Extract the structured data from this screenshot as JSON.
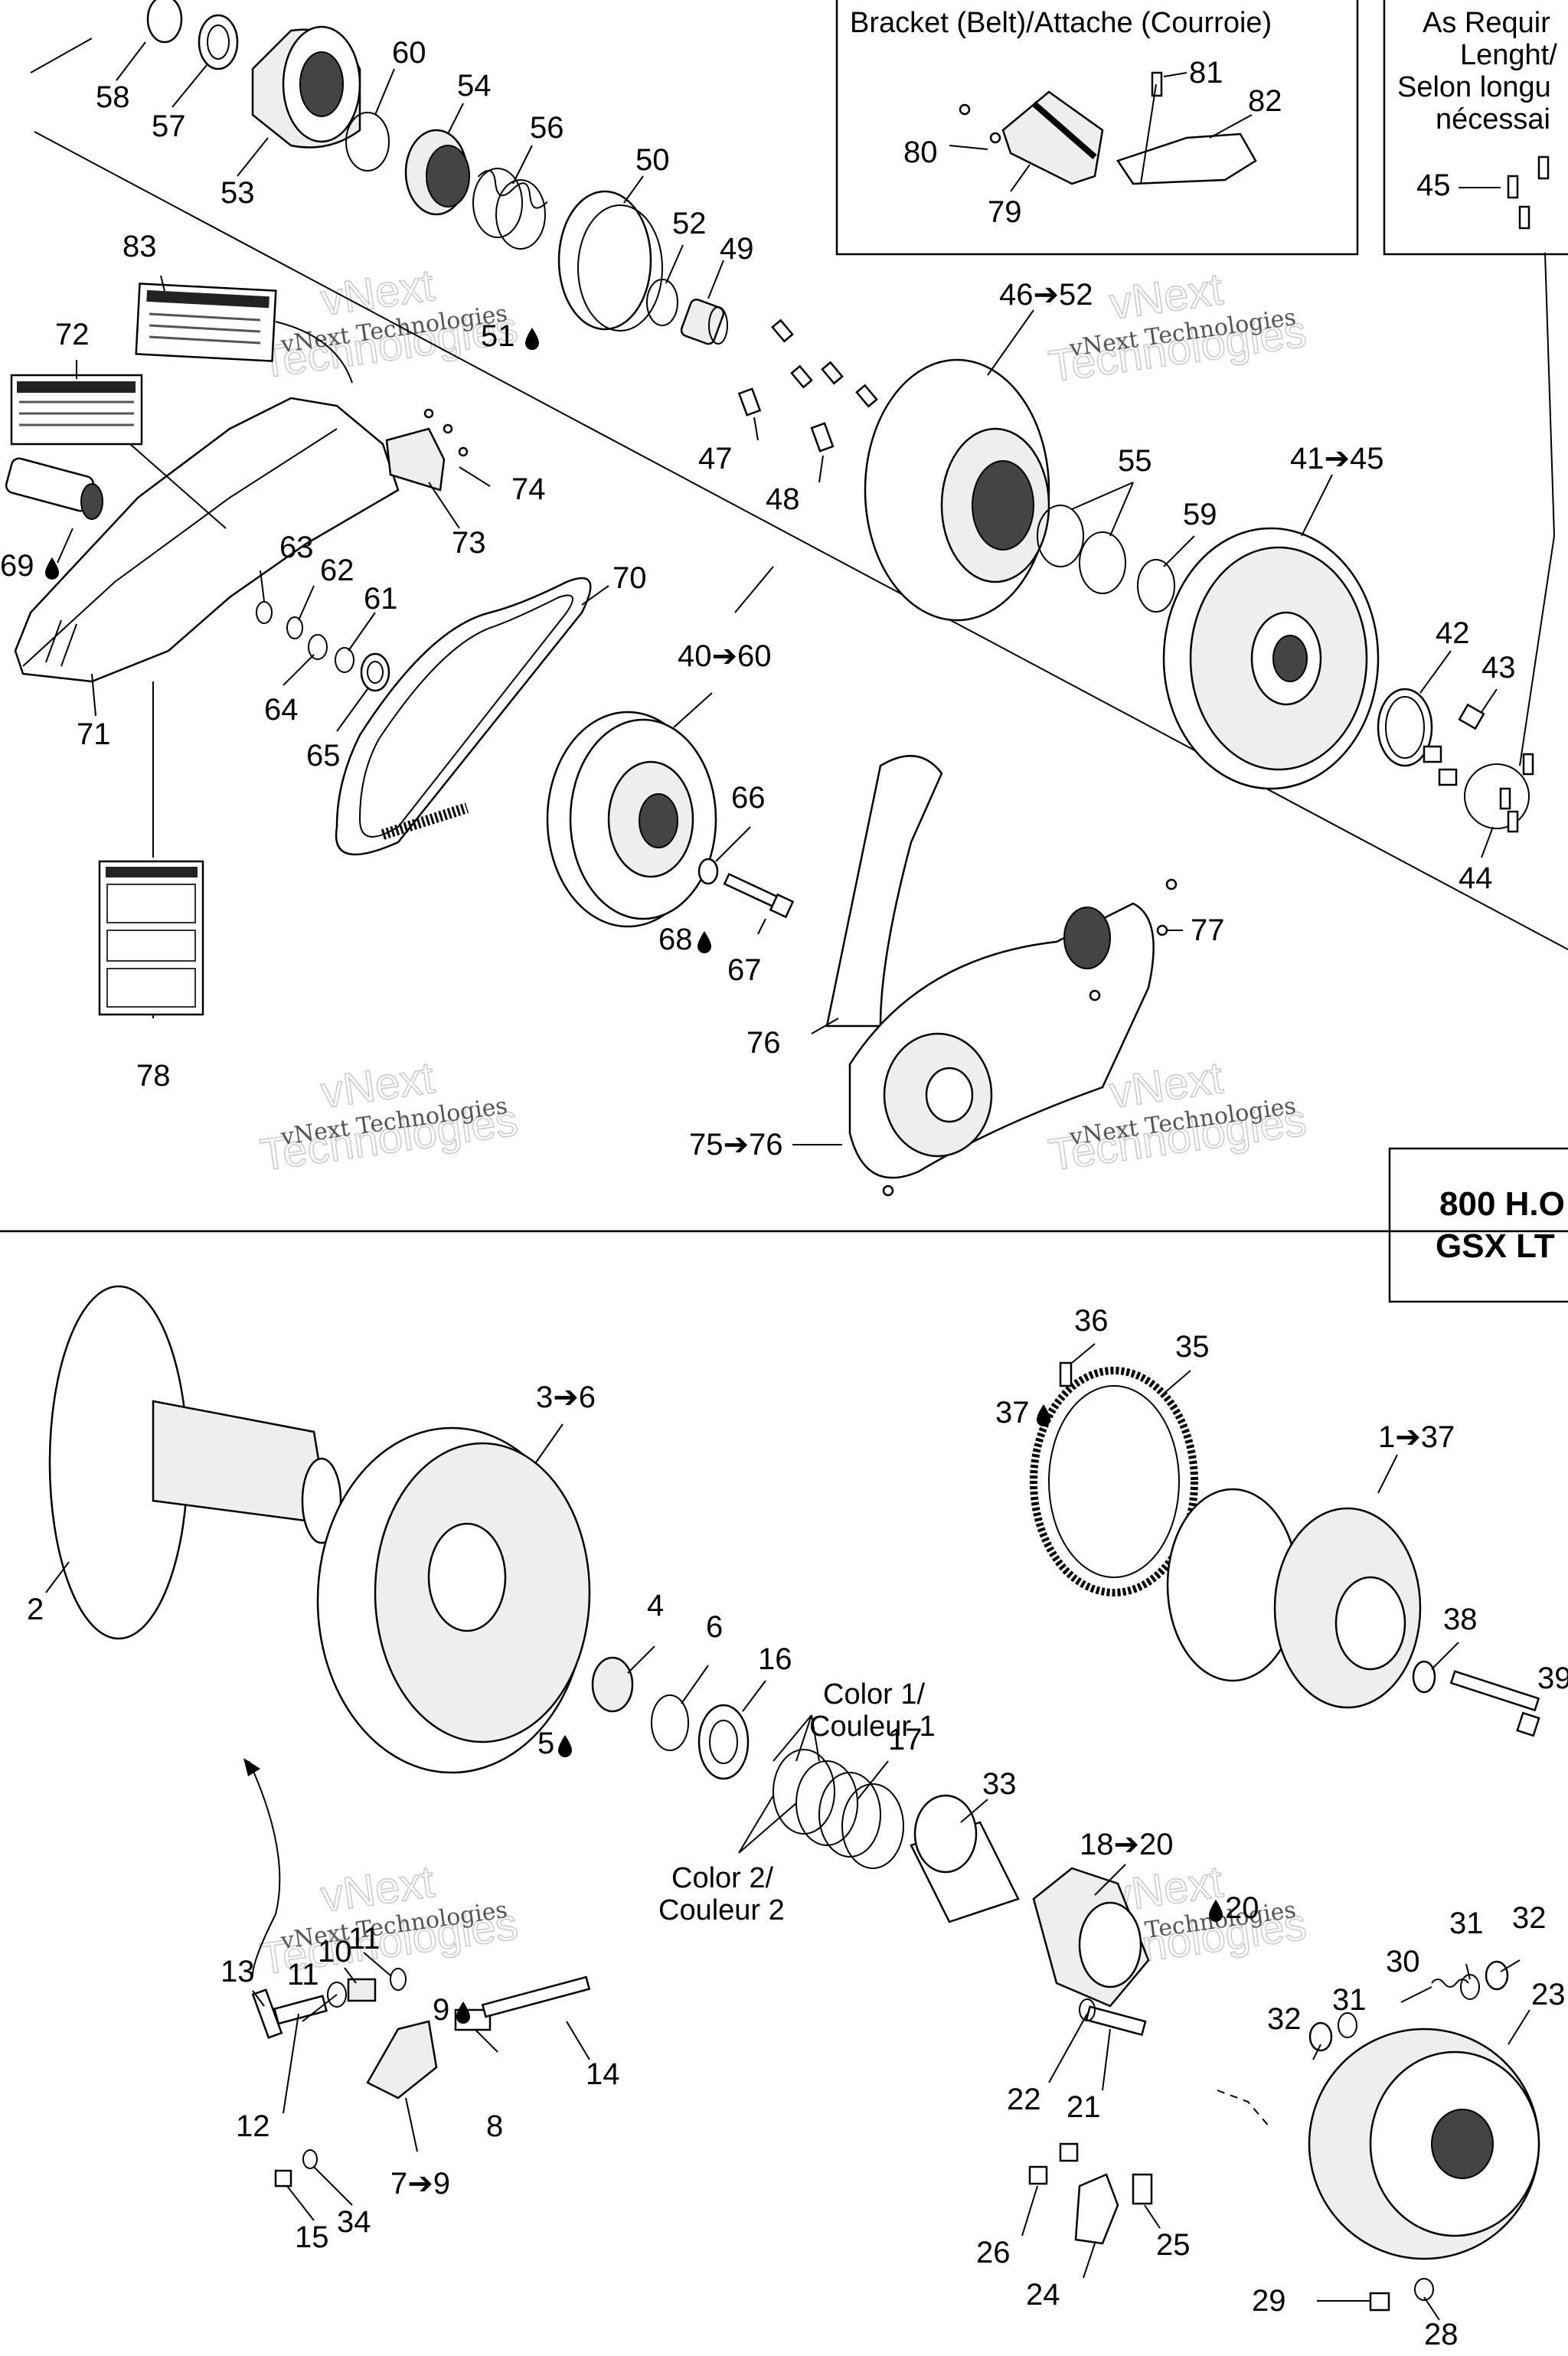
{
  "boxes": {
    "bracket_title": "Bracket (Belt)/Attache (Courroie)",
    "as_required_lines": [
      "As Requir",
      "Lenght/",
      "Selon longu",
      "nécessai"
    ],
    "model_lines": [
      "800 H.O",
      "GSX LT"
    ]
  },
  "color_notes": {
    "color1_line1": "Color 1/",
    "color1_line2": "Couleur 1",
    "color2_line1": "Color 2/",
    "color2_line2": "Couleur 2"
  },
  "watermark": {
    "small": "vNext Technologies",
    "large_top": "vNext",
    "large_bottom": "Technologies"
  },
  "callouts": [
    {
      "id": "c58",
      "text": "58"
    },
    {
      "id": "c57",
      "text": "57"
    },
    {
      "id": "c53",
      "text": "53"
    },
    {
      "id": "c60",
      "text": "60"
    },
    {
      "id": "c54",
      "text": "54"
    },
    {
      "id": "c56",
      "text": "56"
    },
    {
      "id": "c50",
      "text": "50"
    },
    {
      "id": "c52",
      "text": "52"
    },
    {
      "id": "c49",
      "text": "49"
    },
    {
      "id": "c51",
      "text": "51"
    },
    {
      "id": "c83",
      "text": "83"
    },
    {
      "id": "c72",
      "text": "72"
    },
    {
      "id": "c74",
      "text": "74"
    },
    {
      "id": "c73",
      "text": "73"
    },
    {
      "id": "c69",
      "text": "69"
    },
    {
      "id": "c63",
      "text": "63"
    },
    {
      "id": "c62",
      "text": "62"
    },
    {
      "id": "c61",
      "text": "61"
    },
    {
      "id": "c64",
      "text": "64"
    },
    {
      "id": "c65",
      "text": "65"
    },
    {
      "id": "c71",
      "text": "71"
    },
    {
      "id": "c70",
      "text": "70"
    },
    {
      "id": "c40_60",
      "text": "40➔60"
    },
    {
      "id": "c66",
      "text": "66"
    },
    {
      "id": "c68",
      "text": "68"
    },
    {
      "id": "c67",
      "text": "67"
    },
    {
      "id": "c78",
      "text": "78"
    },
    {
      "id": "c47",
      "text": "47"
    },
    {
      "id": "c48",
      "text": "48"
    },
    {
      "id": "c46_52",
      "text": "46➔52"
    },
    {
      "id": "c55",
      "text": "55"
    },
    {
      "id": "c59",
      "text": "59"
    },
    {
      "id": "c41_45",
      "text": "41➔45"
    },
    {
      "id": "c42",
      "text": "42"
    },
    {
      "id": "c43",
      "text": "43"
    },
    {
      "id": "c44",
      "text": "44"
    },
    {
      "id": "c45",
      "text": "45"
    },
    {
      "id": "c81",
      "text": "81"
    },
    {
      "id": "c82",
      "text": "82"
    },
    {
      "id": "c80",
      "text": "80"
    },
    {
      "id": "c79",
      "text": "79"
    },
    {
      "id": "c77",
      "text": "77"
    },
    {
      "id": "c76",
      "text": "76"
    },
    {
      "id": "c75_76",
      "text": "75➔76"
    },
    {
      "id": "c2",
      "text": "2"
    },
    {
      "id": "c3_6",
      "text": "3➔6"
    },
    {
      "id": "c4",
      "text": "4"
    },
    {
      "id": "c6",
      "text": "6"
    },
    {
      "id": "c16",
      "text": "16"
    },
    {
      "id": "c5",
      "text": "5"
    },
    {
      "id": "c17",
      "text": "17"
    },
    {
      "id": "c33",
      "text": "33"
    },
    {
      "id": "c18_20",
      "text": "18➔20"
    },
    {
      "id": "c20",
      "text": "20"
    },
    {
      "id": "c36",
      "text": "36"
    },
    {
      "id": "c35",
      "text": "35"
    },
    {
      "id": "c37",
      "text": "37"
    },
    {
      "id": "c1_37",
      "text": "1➔37"
    },
    {
      "id": "c38",
      "text": "38"
    },
    {
      "id": "c39",
      "text": "39"
    },
    {
      "id": "c13",
      "text": "13"
    },
    {
      "id": "c11a",
      "text": "11"
    },
    {
      "id": "c10",
      "text": "10"
    },
    {
      "id": "c11b",
      "text": "11"
    },
    {
      "id": "c9",
      "text": "9"
    },
    {
      "id": "c14",
      "text": "14"
    },
    {
      "id": "c12",
      "text": "12"
    },
    {
      "id": "c8",
      "text": "8"
    },
    {
      "id": "c7_9",
      "text": "7➔9"
    },
    {
      "id": "c15",
      "text": "15"
    },
    {
      "id": "c34",
      "text": "34"
    },
    {
      "id": "c22",
      "text": "22"
    },
    {
      "id": "c21",
      "text": "21"
    },
    {
      "id": "c31a",
      "text": "31"
    },
    {
      "id": "c32a",
      "text": "32"
    },
    {
      "id": "c30",
      "text": "30"
    },
    {
      "id": "c23",
      "text": "23"
    },
    {
      "id": "c32b",
      "text": "32"
    },
    {
      "id": "c31b",
      "text": "31"
    },
    {
      "id": "c26",
      "text": "26"
    },
    {
      "id": "c25",
      "text": "25"
    },
    {
      "id": "c24",
      "text": "24"
    },
    {
      "id": "c29",
      "text": "29"
    },
    {
      "id": "c28",
      "text": "28"
    }
  ]
}
